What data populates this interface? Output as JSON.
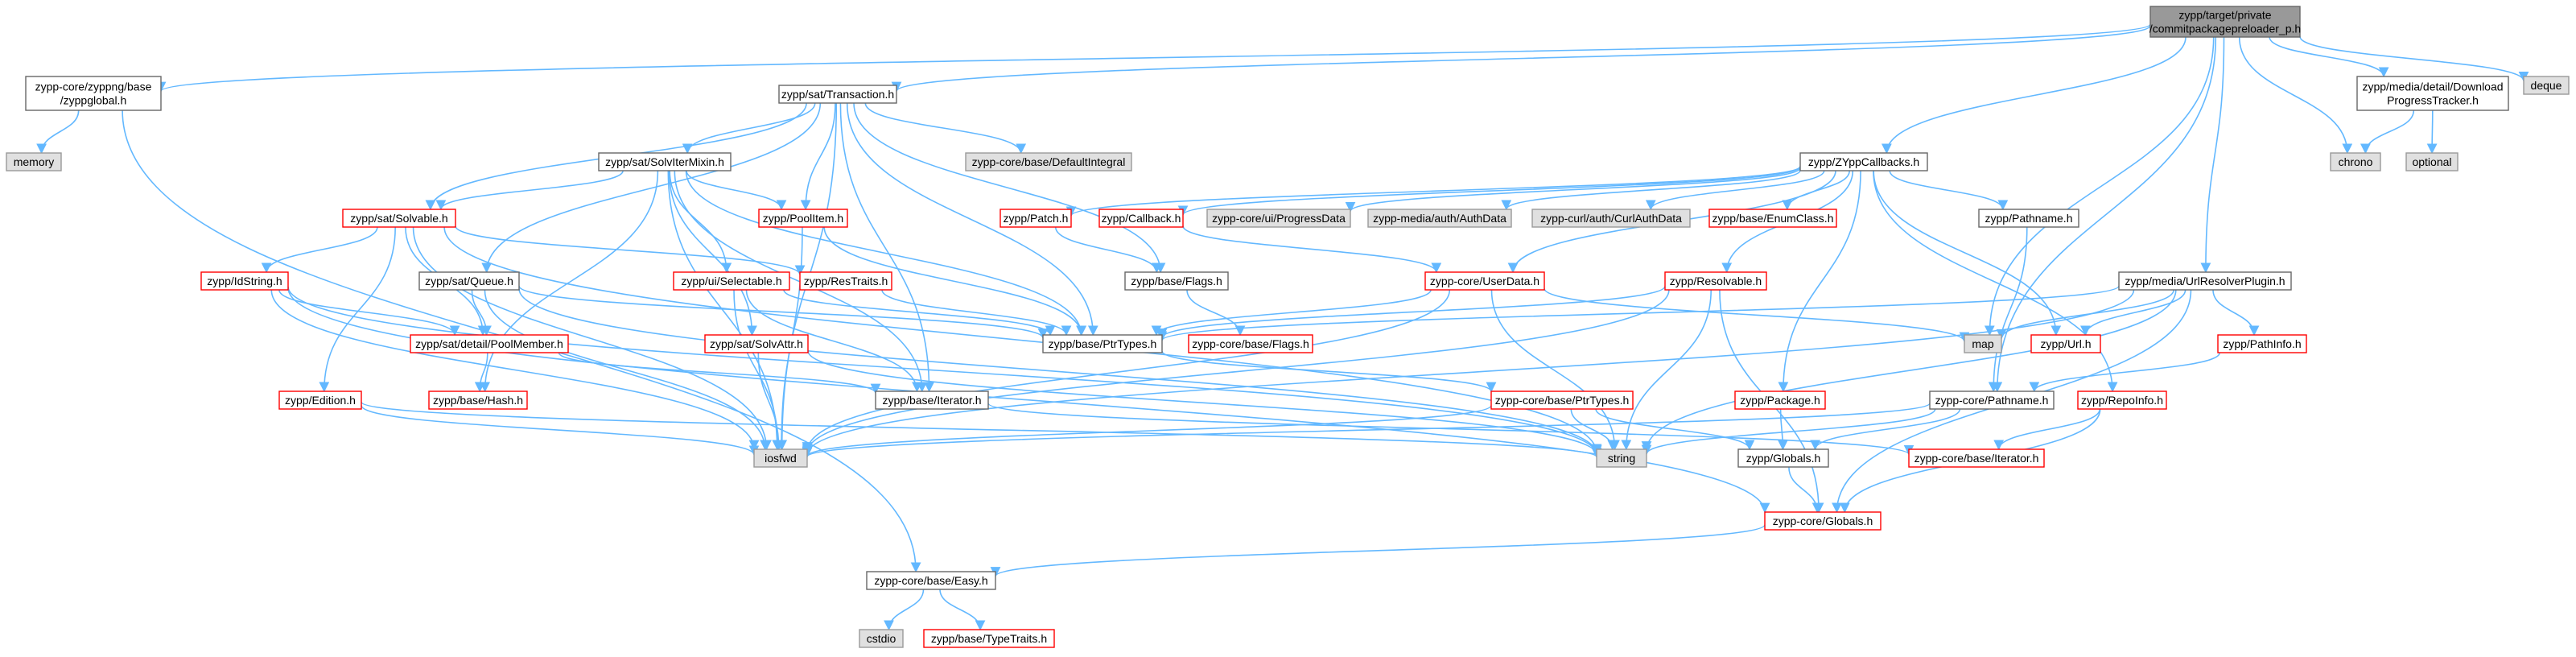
{
  "colors": {
    "edge": "#63b8ff",
    "root_fill": "#999999",
    "documented_border": "#666666",
    "undocumented_border": "#ff0000",
    "system_header_fill": "#e0e0e0"
  },
  "nodes": [
    {
      "id": "root",
      "lines": [
        "zypp/target/private",
        "/commitpackagepreloader_p.h"
      ],
      "kind": "root"
    },
    {
      "id": "zyppglobal",
      "lines": [
        "zypp-core/zyppng/base",
        "/zyppglobal.h"
      ],
      "kind": "plain"
    },
    {
      "id": "memory",
      "lines": [
        "memory"
      ],
      "kind": "gray"
    },
    {
      "id": "transaction",
      "lines": [
        "zypp/sat/Transaction.h"
      ],
      "kind": "plain"
    },
    {
      "id": "solviter",
      "lines": [
        "zypp/sat/SolvIterMixin.h"
      ],
      "kind": "plain"
    },
    {
      "id": "defaultintegral",
      "lines": [
        "zypp-core/base/DefaultIntegral"
      ],
      "kind": "gray"
    },
    {
      "id": "solvable",
      "lines": [
        "zypp/sat/Solvable.h"
      ],
      "kind": "red"
    },
    {
      "id": "poolitem",
      "lines": [
        "zypp/PoolItem.h"
      ],
      "kind": "red"
    },
    {
      "id": "queue",
      "lines": [
        "zypp/sat/Queue.h"
      ],
      "kind": "plain"
    },
    {
      "id": "idstring",
      "lines": [
        "zypp/IdString.h"
      ],
      "kind": "red"
    },
    {
      "id": "poolmember",
      "lines": [
        "zypp/sat/detail/PoolMember.h"
      ],
      "kind": "red"
    },
    {
      "id": "hash",
      "lines": [
        "zypp/base/Hash.h"
      ],
      "kind": "red"
    },
    {
      "id": "edition",
      "lines": [
        "zypp/Edition.h"
      ],
      "kind": "red"
    },
    {
      "id": "selectable",
      "lines": [
        "zypp/ui/Selectable.h"
      ],
      "kind": "red"
    },
    {
      "id": "restraits",
      "lines": [
        "zypp/ResTraits.h"
      ],
      "kind": "red"
    },
    {
      "id": "solvattr",
      "lines": [
        "zypp/sat/SolvAttr.h"
      ],
      "kind": "red"
    },
    {
      "id": "patch",
      "lines": [
        "zypp/Patch.h"
      ],
      "kind": "red"
    },
    {
      "id": "callback",
      "lines": [
        "zypp/Callback.h"
      ],
      "kind": "red"
    },
    {
      "id": "progressdata",
      "lines": [
        "zypp-core/ui/ProgressData"
      ],
      "kind": "gray"
    },
    {
      "id": "media_authdata",
      "lines": [
        "zypp-media/auth/AuthData"
      ],
      "kind": "gray"
    },
    {
      "id": "curl_authdata",
      "lines": [
        "zypp-curl/auth/CurlAuthData"
      ],
      "kind": "gray"
    },
    {
      "id": "enumclass",
      "lines": [
        "zypp/base/EnumClass.h"
      ],
      "kind": "red"
    },
    {
      "id": "pathname",
      "lines": [
        "zypp/Pathname.h"
      ],
      "kind": "plain"
    },
    {
      "id": "zyppcallbacks",
      "lines": [
        "zypp/ZYppCallbacks.h"
      ],
      "kind": "plain"
    },
    {
      "id": "baseflags",
      "lines": [
        "zypp/base/Flags.h"
      ],
      "kind": "plain"
    },
    {
      "id": "baseptrtypes",
      "lines": [
        "zypp/base/PtrTypes.h"
      ],
      "kind": "plain"
    },
    {
      "id": "coreflags",
      "lines": [
        "zypp-core/base/Flags.h"
      ],
      "kind": "red"
    },
    {
      "id": "userdata",
      "lines": [
        "zypp-core/UserData.h"
      ],
      "kind": "red"
    },
    {
      "id": "resolvable",
      "lines": [
        "zypp/Resolvable.h"
      ],
      "kind": "red"
    },
    {
      "id": "baseiterator",
      "lines": [
        "zypp/base/Iterator.h"
      ],
      "kind": "plain"
    },
    {
      "id": "coreptrtypes",
      "lines": [
        "zypp-core/base/PtrTypes.h"
      ],
      "kind": "red"
    },
    {
      "id": "iosfwd",
      "lines": [
        "iosfwd"
      ],
      "kind": "gray"
    },
    {
      "id": "string",
      "lines": [
        "string"
      ],
      "kind": "gray"
    },
    {
      "id": "package",
      "lines": [
        "zypp/Package.h"
      ],
      "kind": "red"
    },
    {
      "id": "globals",
      "lines": [
        "zypp/Globals.h"
      ],
      "kind": "plain"
    },
    {
      "id": "corepathname",
      "lines": [
        "zypp-core/Pathname.h"
      ],
      "kind": "plain"
    },
    {
      "id": "repoinfo",
      "lines": [
        "zypp/RepoInfo.h"
      ],
      "kind": "red"
    },
    {
      "id": "coreiterator",
      "lines": [
        "zypp-core/base/Iterator.h"
      ],
      "kind": "red"
    },
    {
      "id": "coreglobals",
      "lines": [
        "zypp-core/Globals.h"
      ],
      "kind": "red"
    },
    {
      "id": "easy",
      "lines": [
        "zypp-core/base/Easy.h"
      ],
      "kind": "plain"
    },
    {
      "id": "cstdio",
      "lines": [
        "cstdio"
      ],
      "kind": "gray"
    },
    {
      "id": "typetraits",
      "lines": [
        "zypp/base/TypeTraits.h"
      ],
      "kind": "red"
    },
    {
      "id": "urlresolver",
      "lines": [
        "zypp/media/UrlResolverPlugin.h"
      ],
      "kind": "plain"
    },
    {
      "id": "map",
      "lines": [
        "map"
      ],
      "kind": "gray"
    },
    {
      "id": "url",
      "lines": [
        "zypp/Url.h"
      ],
      "kind": "red"
    },
    {
      "id": "pathinfo",
      "lines": [
        "zypp/PathInfo.h"
      ],
      "kind": "red"
    },
    {
      "id": "progresstracker",
      "lines": [
        "zypp/media/detail/Download",
        "ProgressTracker.h"
      ],
      "kind": "plain"
    },
    {
      "id": "chrono",
      "lines": [
        "chrono"
      ],
      "kind": "gray"
    },
    {
      "id": "optional",
      "lines": [
        "optional"
      ],
      "kind": "gray"
    },
    {
      "id": "deque",
      "lines": [
        "deque"
      ],
      "kind": "gray"
    }
  ],
  "edges": [
    [
      "root",
      "zyppglobal"
    ],
    [
      "root",
      "transaction"
    ],
    [
      "root",
      "zyppcallbacks"
    ],
    [
      "root",
      "urlresolver"
    ],
    [
      "root",
      "progresstracker"
    ],
    [
      "root",
      "chrono"
    ],
    [
      "root",
      "deque"
    ],
    [
      "root",
      "map"
    ],
    [
      "root",
      "corepathname"
    ],
    [
      "zyppglobal",
      "memory"
    ],
    [
      "zyppglobal",
      "easy"
    ],
    [
      "transaction",
      "solviter"
    ],
    [
      "transaction",
      "defaultintegral"
    ],
    [
      "transaction",
      "solvable"
    ],
    [
      "transaction",
      "poolitem"
    ],
    [
      "transaction",
      "queue"
    ],
    [
      "transaction",
      "baseptrtypes"
    ],
    [
      "transaction",
      "baseflags"
    ],
    [
      "transaction",
      "iosfwd"
    ],
    [
      "transaction",
      "baseiterator"
    ],
    [
      "solviter",
      "solvable"
    ],
    [
      "solviter",
      "poolitem"
    ],
    [
      "solviter",
      "selectable"
    ],
    [
      "solviter",
      "solvattr"
    ],
    [
      "solviter",
      "iosfwd"
    ],
    [
      "solviter",
      "hash"
    ],
    [
      "solviter",
      "baseiterator"
    ],
    [
      "solviter",
      "baseptrtypes"
    ],
    [
      "solvable",
      "idstring"
    ],
    [
      "solvable",
      "poolmember"
    ],
    [
      "solvable",
      "edition"
    ],
    [
      "solvable",
      "restraits"
    ],
    [
      "solvable",
      "iosfwd"
    ],
    [
      "solvable",
      "string"
    ],
    [
      "idstring",
      "poolmember"
    ],
    [
      "idstring",
      "iosfwd"
    ],
    [
      "idstring",
      "string"
    ],
    [
      "idstring",
      "coreglobals"
    ],
    [
      "poolmember",
      "hash"
    ],
    [
      "poolmember",
      "baseiterator"
    ],
    [
      "edition",
      "iosfwd"
    ],
    [
      "edition",
      "string"
    ],
    [
      "poolitem",
      "iosfwd"
    ],
    [
      "poolitem",
      "baseptrtypes"
    ],
    [
      "queue",
      "poolmember"
    ],
    [
      "queue",
      "baseptrtypes"
    ],
    [
      "queue",
      "iosfwd"
    ],
    [
      "queue",
      "string"
    ],
    [
      "selectable",
      "baseptrtypes"
    ],
    [
      "selectable",
      "iosfwd"
    ],
    [
      "selectable",
      "baseiterator"
    ],
    [
      "restraits",
      "baseptrtypes"
    ],
    [
      "solvattr",
      "iosfwd"
    ],
    [
      "solvattr",
      "string"
    ],
    [
      "zyppcallbacks",
      "patch"
    ],
    [
      "zyppcallbacks",
      "callback"
    ],
    [
      "zyppcallbacks",
      "progressdata"
    ],
    [
      "zyppcallbacks",
      "media_authdata"
    ],
    [
      "zyppcallbacks",
      "curl_authdata"
    ],
    [
      "zyppcallbacks",
      "enumclass"
    ],
    [
      "zyppcallbacks",
      "pathname"
    ],
    [
      "zyppcallbacks",
      "userdata"
    ],
    [
      "zyppcallbacks",
      "resolvable"
    ],
    [
      "zyppcallbacks",
      "package"
    ],
    [
      "zyppcallbacks",
      "url"
    ],
    [
      "zyppcallbacks",
      "repoinfo"
    ],
    [
      "patch",
      "baseflags"
    ],
    [
      "callback",
      "userdata"
    ],
    [
      "pathname",
      "corepathname"
    ],
    [
      "baseflags",
      "coreflags"
    ],
    [
      "baseptrtypes",
      "coreptrtypes"
    ],
    [
      "userdata",
      "baseptrtypes"
    ],
    [
      "userdata",
      "map"
    ],
    [
      "userdata",
      "string"
    ],
    [
      "userdata",
      "iosfwd"
    ],
    [
      "resolvable",
      "baseptrtypes"
    ],
    [
      "resolvable",
      "string"
    ],
    [
      "resolvable",
      "iosfwd"
    ],
    [
      "resolvable",
      "coreglobals"
    ],
    [
      "baseiterator",
      "coreiterator"
    ],
    [
      "coreptrtypes",
      "string"
    ],
    [
      "coreptrtypes",
      "iosfwd"
    ],
    [
      "coreptrtypes",
      "globals"
    ],
    [
      "package",
      "globals"
    ],
    [
      "globals",
      "coreglobals"
    ],
    [
      "corepathname",
      "globals"
    ],
    [
      "corepathname",
      "string"
    ],
    [
      "corepathname",
      "iosfwd"
    ],
    [
      "repoinfo",
      "coreiterator"
    ],
    [
      "repoinfo",
      "coreglobals"
    ],
    [
      "coreglobals",
      "easy"
    ],
    [
      "easy",
      "cstdio"
    ],
    [
      "easy",
      "typetraits"
    ],
    [
      "urlresolver",
      "map"
    ],
    [
      "urlresolver",
      "url"
    ],
    [
      "urlresolver",
      "pathinfo"
    ],
    [
      "urlresolver",
      "baseptrtypes"
    ],
    [
      "urlresolver",
      "coreglobals"
    ],
    [
      "urlresolver",
      "string"
    ],
    [
      "urlresolver",
      "iosfwd"
    ],
    [
      "pathinfo",
      "corepathname"
    ],
    [
      "progresstracker",
      "chrono"
    ],
    [
      "progresstracker",
      "optional"
    ]
  ]
}
